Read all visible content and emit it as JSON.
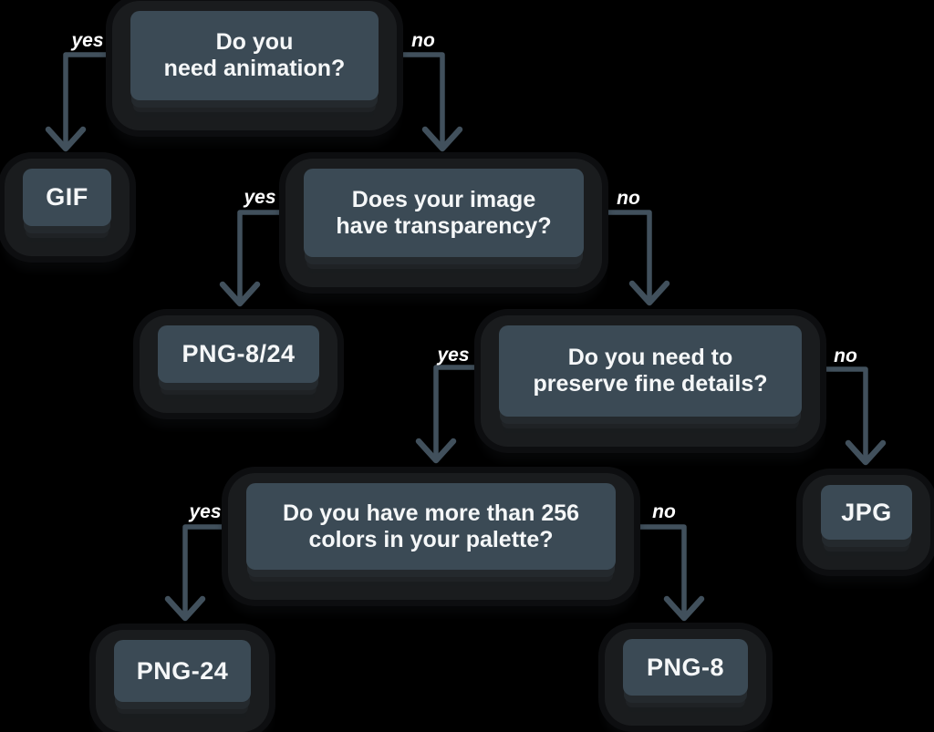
{
  "colors": {
    "background": "#000000",
    "node_fill": "#3b4a55",
    "node_bezel": "#1a1c1e",
    "arrow": "#41505c",
    "text": "#f5f7f8"
  },
  "flowchart": {
    "questions": {
      "animation": {
        "text": "Do you\nneed animation?"
      },
      "transparency": {
        "text": "Does your image\nhave transparency?"
      },
      "fine_details": {
        "text": "Do you need to\npreserve fine details?"
      },
      "palette": {
        "text": "Do you have more than 256\ncolors in your palette?"
      }
    },
    "results": {
      "gif": {
        "text": "GIF"
      },
      "png_8_24": {
        "text": "PNG-8/24"
      },
      "jpg": {
        "text": "JPG"
      },
      "png_24": {
        "text": "PNG-24"
      },
      "png_8": {
        "text": "PNG-8"
      }
    },
    "edges": {
      "animation_yes": {
        "label": "yes",
        "target": "gif"
      },
      "animation_no": {
        "label": "no",
        "target": "transparency"
      },
      "transparency_yes": {
        "label": "yes",
        "target": "png_8_24"
      },
      "transparency_no": {
        "label": "no",
        "target": "fine_details"
      },
      "fine_details_yes": {
        "label": "yes",
        "target": "palette"
      },
      "fine_details_no": {
        "label": "no",
        "target": "jpg"
      },
      "palette_yes": {
        "label": "yes",
        "target": "png_24"
      },
      "palette_no": {
        "label": "no",
        "target": "png_8"
      }
    }
  }
}
